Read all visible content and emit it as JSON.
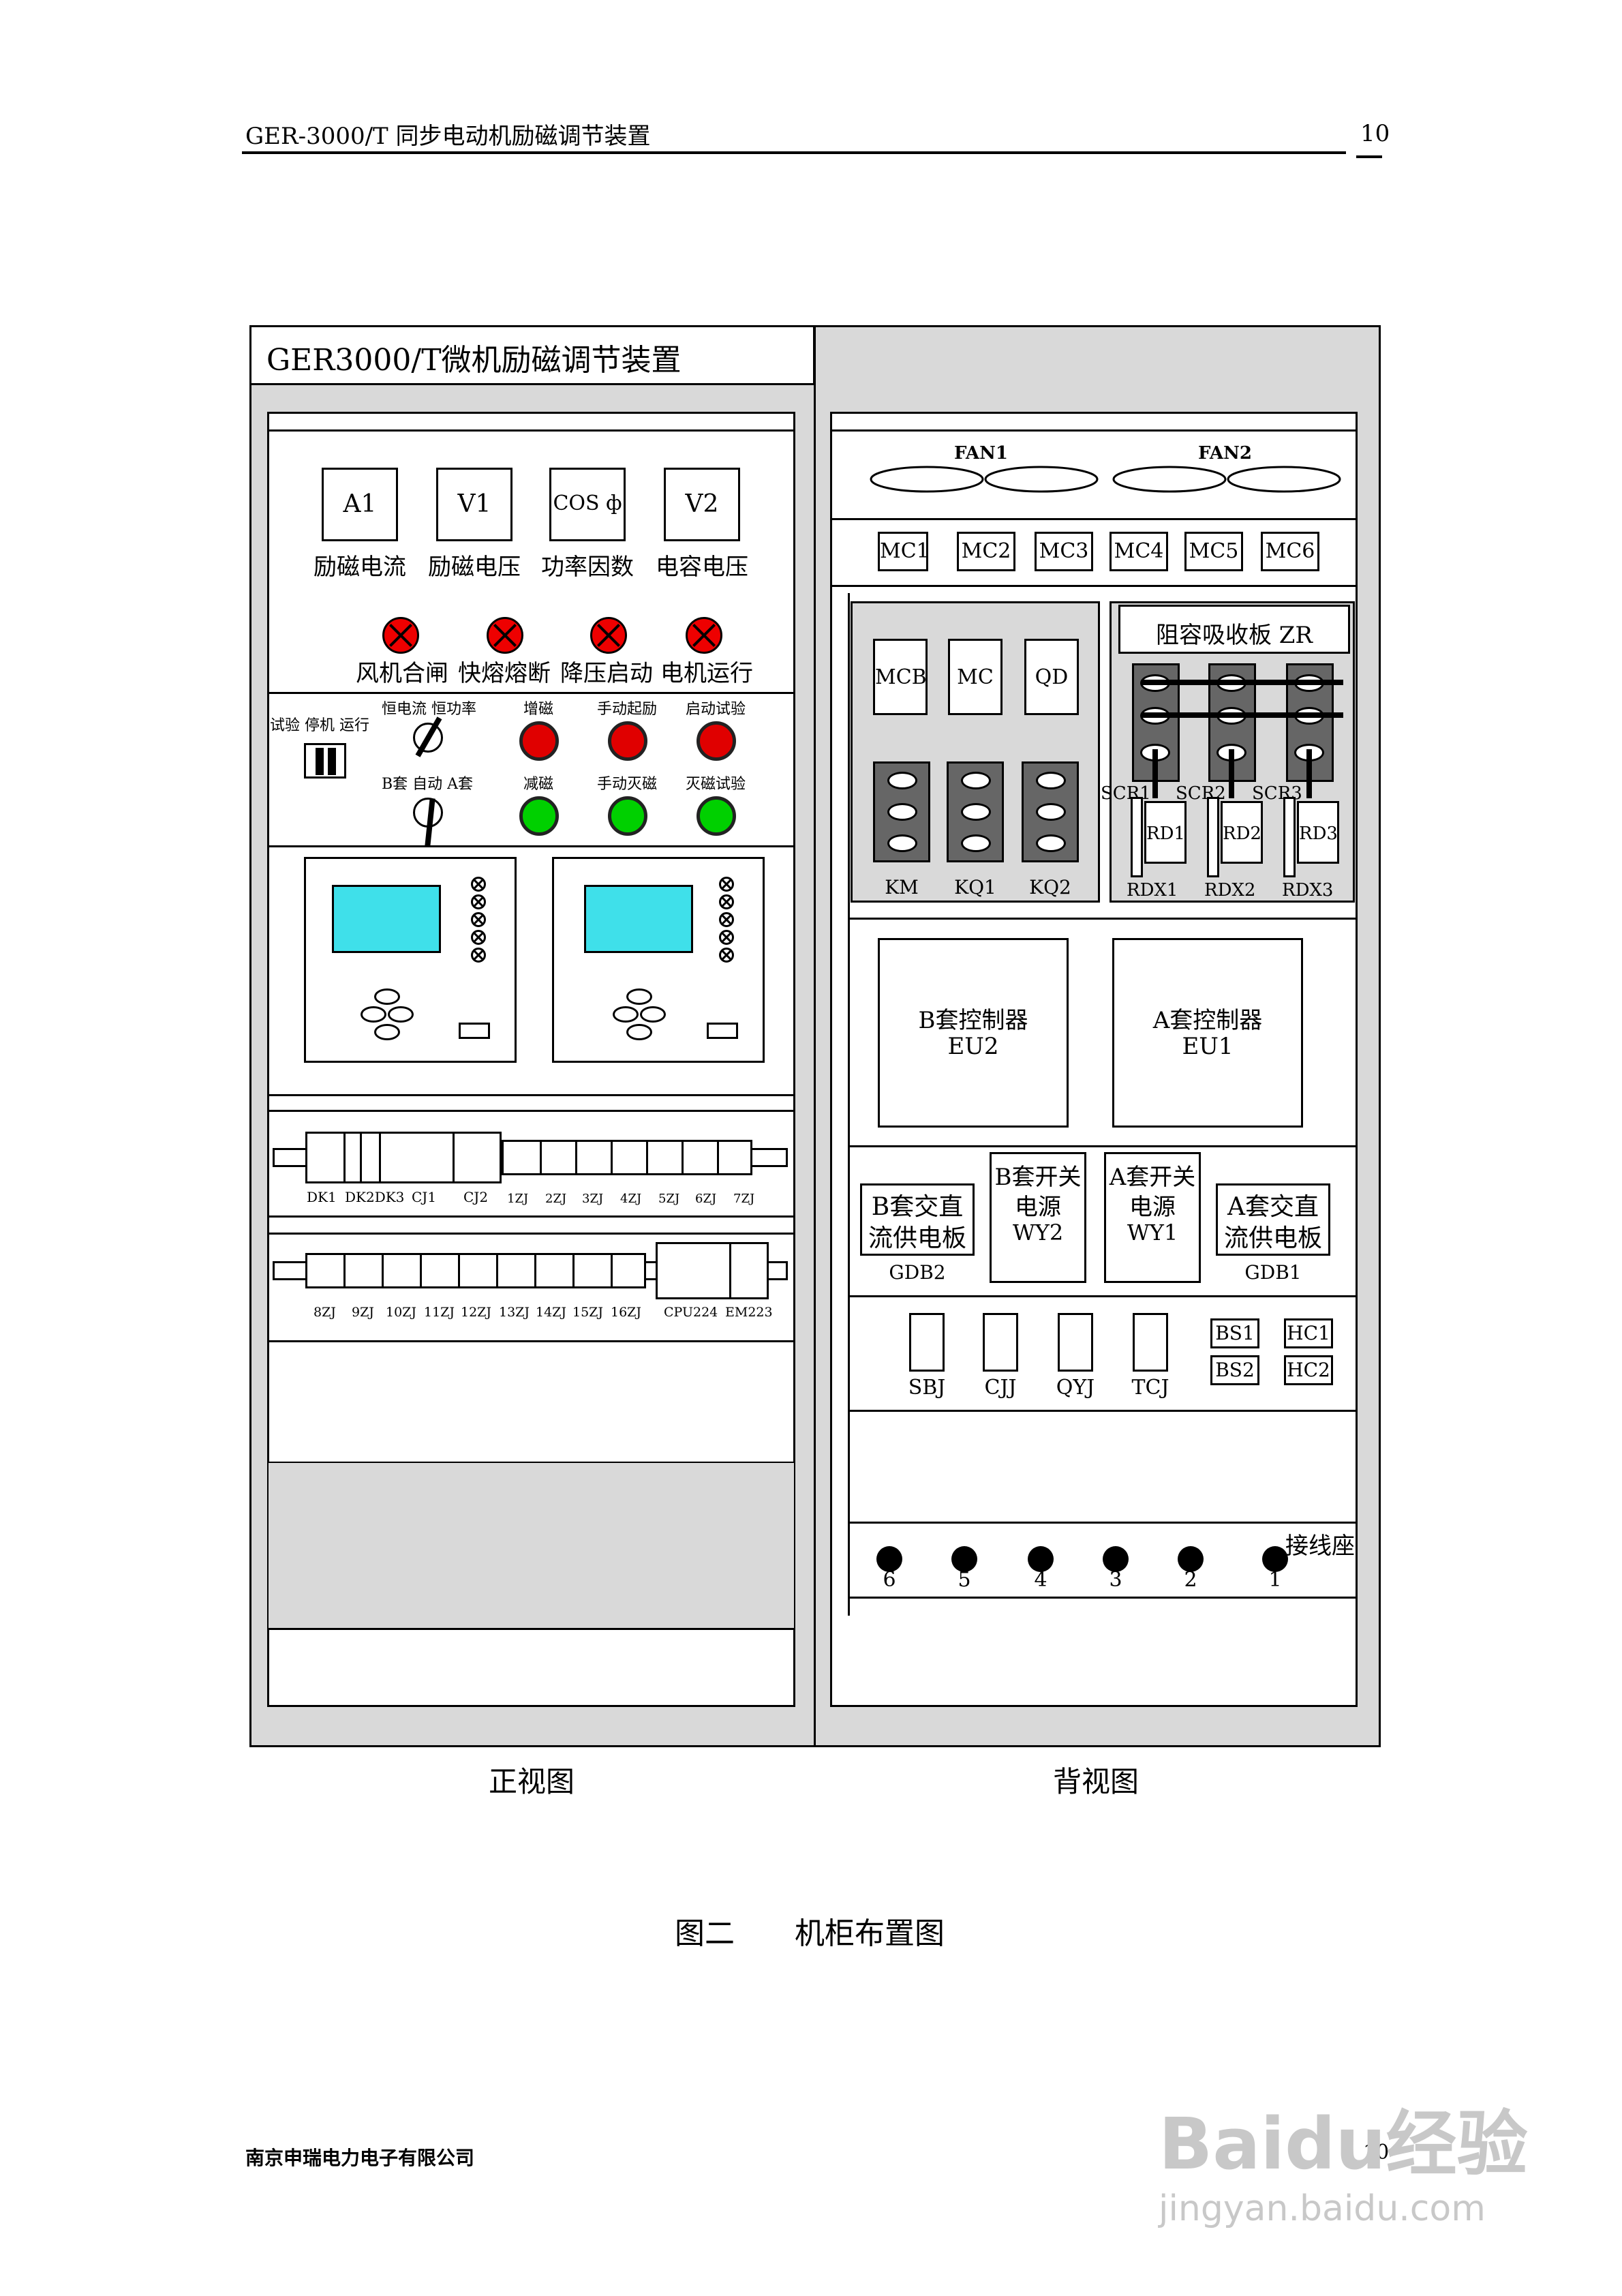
{
  "header": {
    "title": "GER-3000/T 同步电动机励磁调节装置",
    "page": "10"
  },
  "cabinet": {
    "title": "GER3000/T微机励磁调节装置",
    "front": {
      "meters": [
        {
          "id": "A1",
          "label": "励磁电流"
        },
        {
          "id": "V1",
          "label": "励磁电压"
        },
        {
          "id": "COS ф",
          "label": "功率因数"
        },
        {
          "id": "V2",
          "label": "电容电压"
        }
      ],
      "lamps": [
        "风机合闸",
        "快熔熔断",
        "降压启动",
        "电机运行"
      ],
      "switches": {
        "mode_label": "试验 停机 运行",
        "sel1_label": "恒电流 恒功率",
        "sel2_label": "B套 自动 A套"
      },
      "buttons_top": [
        "增磁",
        "手动起励",
        "启动试验"
      ],
      "buttons_bottom": [
        "减磁",
        "手动灭磁",
        "灭磁试验"
      ],
      "rail1_labels": [
        "DK1",
        "DK2DK3",
        "CJ1",
        "CJ2",
        "1ZJ",
        "2ZJ",
        "3ZJ",
        "4ZJ",
        "5ZJ",
        "6ZJ",
        "7ZJ"
      ],
      "rail2_labels": [
        "8ZJ",
        "9ZJ",
        "10ZJ",
        "11ZJ",
        "12ZJ",
        "13ZJ",
        "14ZJ",
        "15ZJ",
        "16ZJ",
        "CPU224",
        "EM223"
      ]
    },
    "back": {
      "fans": [
        "FAN1",
        "FAN2"
      ],
      "mc": [
        "MC1",
        "MC2",
        "MC3",
        "MC4",
        "MC5",
        "MC6"
      ],
      "contactors": [
        "MCB",
        "MC",
        "QD"
      ],
      "relays": [
        "KM",
        "KQ1",
        "KQ2"
      ],
      "zr": "阻容吸收板 ZR",
      "scr": [
        "SCR1",
        "SCR2",
        "SCR3"
      ],
      "rd": [
        "RD1",
        "RD2",
        "RD3"
      ],
      "rdx": [
        "RDX1",
        "RDX2",
        "RDX3"
      ],
      "controller_b": {
        "name": "B套控制器",
        "id": "EU2"
      },
      "controller_a": {
        "name": "A套控制器",
        "id": "EU1"
      },
      "gdb2": {
        "line1": "B套交直",
        "line2": "流供电板",
        "id": "GDB2"
      },
      "wy2": {
        "line1": "B套开关",
        "line2": "电源",
        "id": "WY2"
      },
      "wy1": {
        "line1": "A套开关",
        "line2": "电源",
        "id": "WY1"
      },
      "gdb1": {
        "line1": "A套交直",
        "line2": "流供电板",
        "id": "GDB1"
      },
      "small": [
        "SBJ",
        "CJJ",
        "QYJ",
        "TCJ"
      ],
      "bs_hc": [
        "BS1",
        "HC1",
        "BS2",
        "HC2"
      ],
      "terminal_label": "接线座",
      "terminals": [
        "6",
        "5",
        "4",
        "3",
        "2",
        "1"
      ]
    },
    "captions": {
      "front": "正视图",
      "back": "背视图"
    }
  },
  "figure_caption": "图二　　机柜布置图",
  "footer": {
    "company": "南京申瑞电力电子有限公司",
    "page": "10"
  },
  "watermark": {
    "brand": "Baidu经验",
    "url": "jingyan.baidu.com"
  }
}
